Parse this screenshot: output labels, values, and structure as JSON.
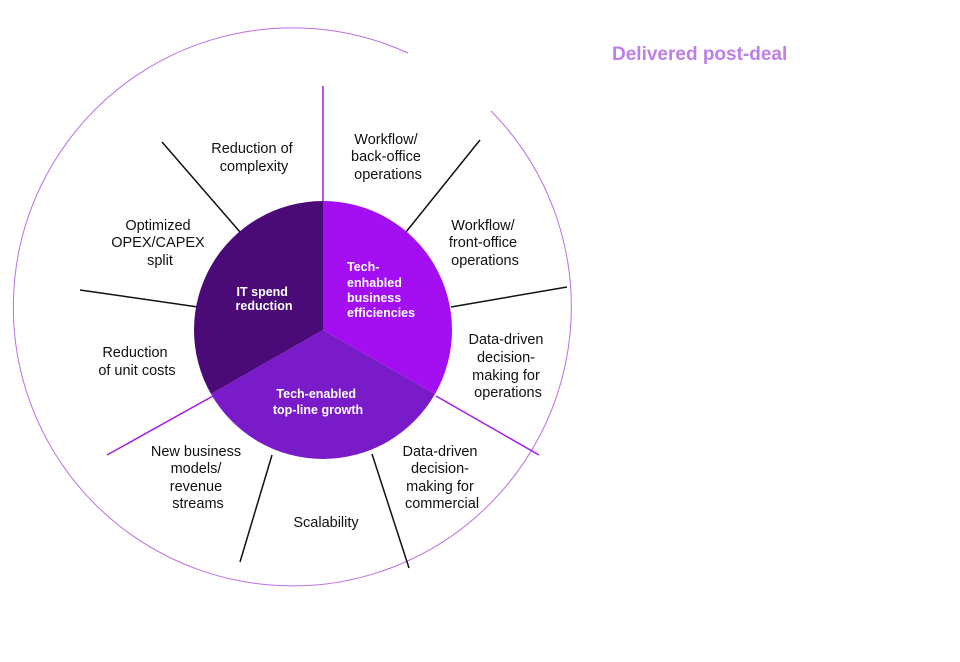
{
  "header": {
    "label": "Delivered post-deal"
  },
  "colors": {
    "accent": "#bd7fe8",
    "outer_ring": "#b86fe3",
    "spoke": "#111111",
    "spoke_purple": "#a11be8",
    "core_it_spend": "#4a0a78",
    "core_efficiencies": "#a30ff0",
    "core_topline": "#7a1bc9"
  },
  "core": [
    {
      "id": "it-spend",
      "lines": [
        "IT spend",
        "reduction"
      ]
    },
    {
      "id": "efficiencies",
      "lines": [
        "Tech-",
        "enhabled",
        "business",
        "efficiencies"
      ]
    },
    {
      "id": "topline",
      "lines": [
        "Tech-enabled",
        "top-line growth"
      ]
    }
  ],
  "outer": [
    {
      "id": "reduction-complexity",
      "lines": [
        "Reduction of",
        "complexity"
      ]
    },
    {
      "id": "optimized-opex",
      "lines": [
        "Optimized",
        "OPEX/CAPEX",
        "split"
      ]
    },
    {
      "id": "reduction-unit-costs",
      "lines": [
        "Reduction",
        "of unit costs"
      ]
    },
    {
      "id": "new-business-models",
      "lines": [
        "New business",
        "models/",
        "revenue",
        "streams"
      ]
    },
    {
      "id": "scalability",
      "lines": [
        "Scalability"
      ]
    },
    {
      "id": "data-driven-commercial",
      "lines": [
        "Data-driven",
        "decision-",
        "making for",
        "commercial"
      ]
    },
    {
      "id": "data-driven-operations",
      "lines": [
        "Data-driven",
        "decision-",
        "making for",
        "operations"
      ]
    },
    {
      "id": "workflow-front-office",
      "lines": [
        "Workflow/",
        "front-office",
        "operations"
      ]
    },
    {
      "id": "workflow-back-office",
      "lines": [
        "Workflow/",
        "back-office",
        "operations"
      ]
    }
  ]
}
